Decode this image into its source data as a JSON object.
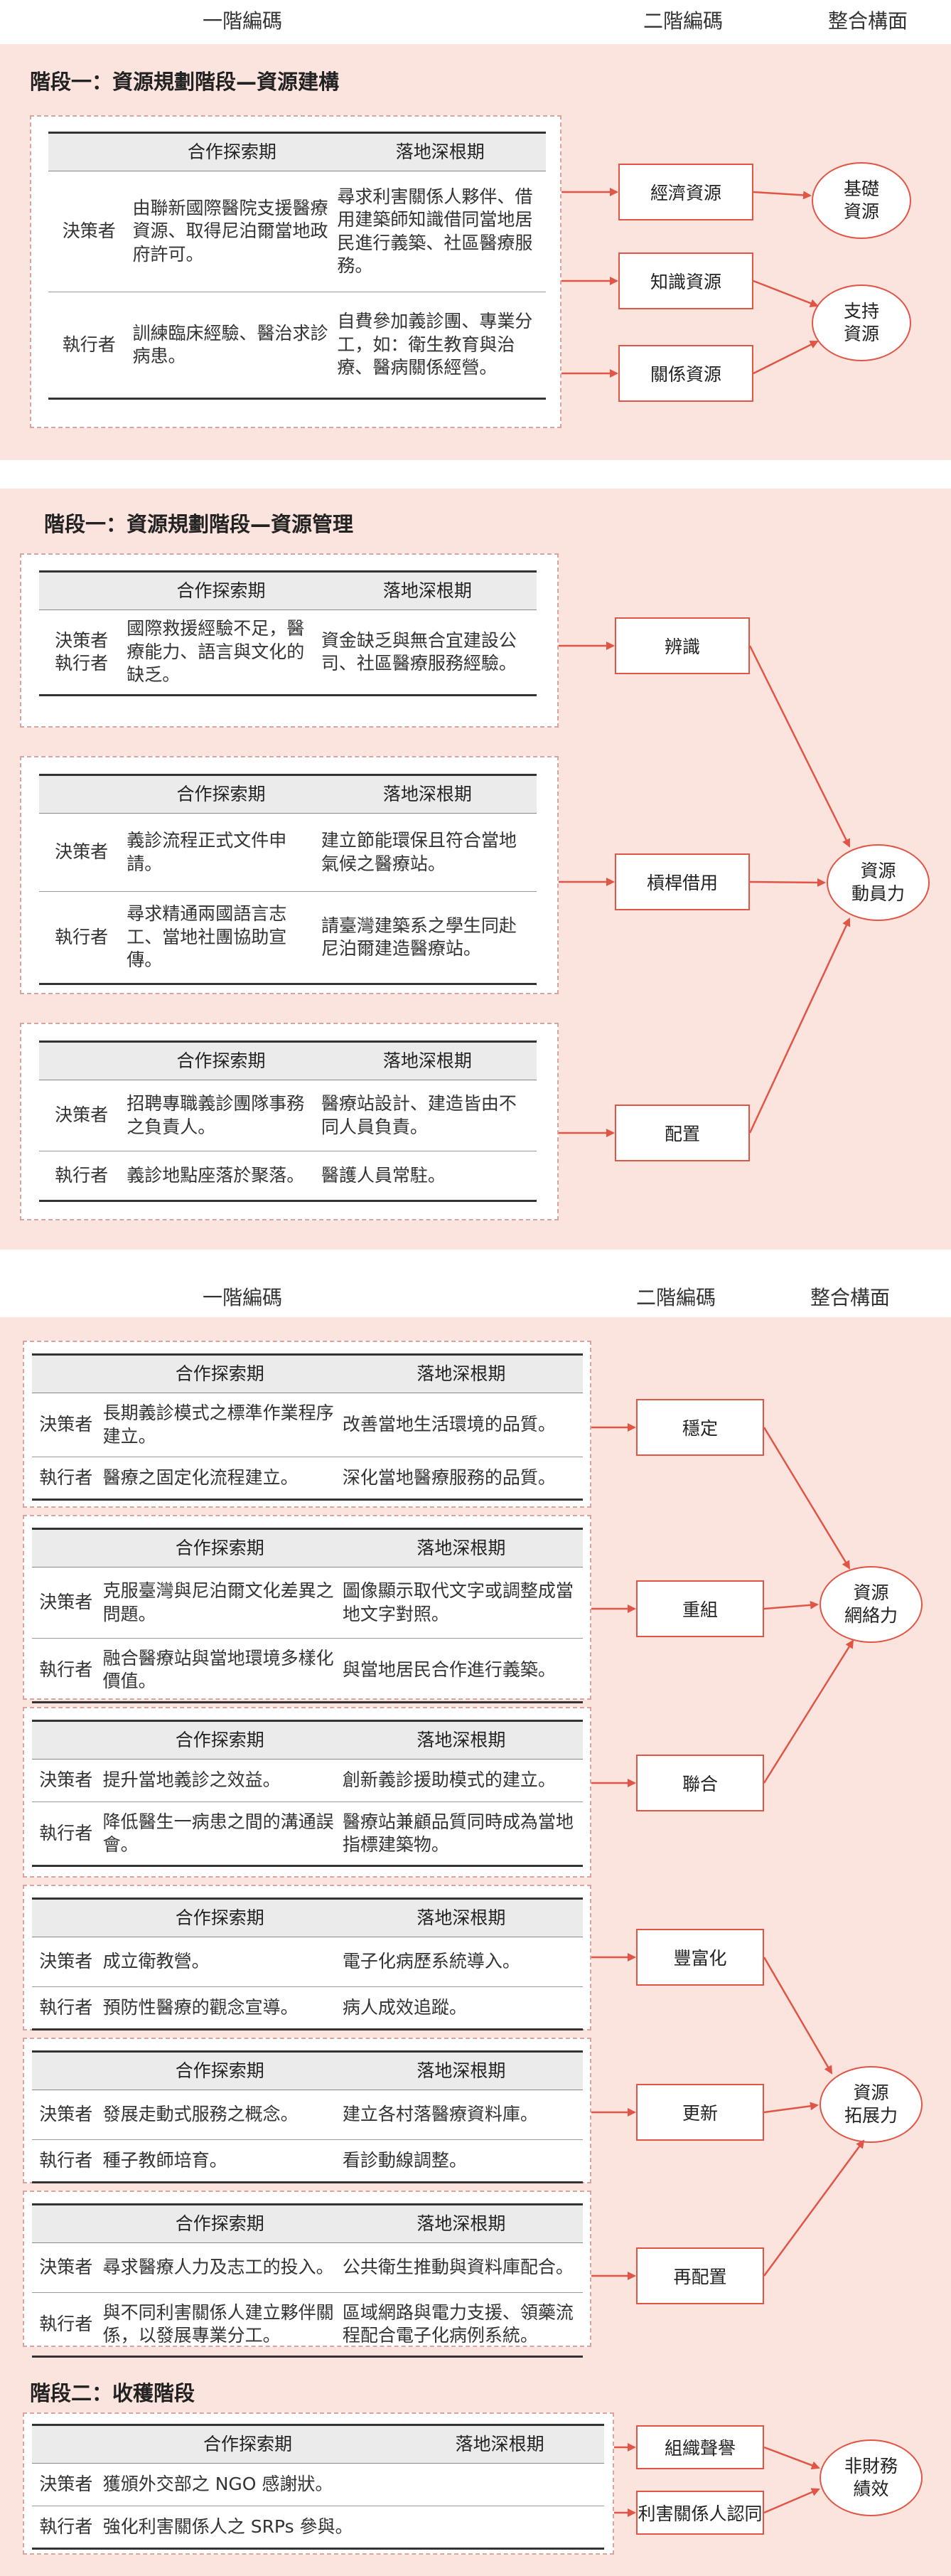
{
  "headers": {
    "first_level": "一階編碼",
    "second_level": "二階編碼",
    "integrated": "整合構面"
  },
  "columns": {
    "coop": "合作探索期",
    "rooted": "落地深根期"
  },
  "roles": {
    "decider": "決策者",
    "executor": "執行者",
    "decider_executor": "決策者\n執行者"
  },
  "section1": {
    "title": "階段一：資源規劃階段—資源建構",
    "rows": [
      {
        "role": "決策者",
        "coop": "由聯新國際醫院支援醫療資源、取得尼泊爾當地政府許可。",
        "rooted": "尋求利害關係人夥伴、借用建築師知識借同當地居民進行義築、社區醫療服務。"
      },
      {
        "role": "執行者",
        "coop": "訓練臨床經驗、醫治求診病患。",
        "rooted": "自費參加義診團、專業分工，如：衛生教育與治療、醫病關係經營。"
      }
    ],
    "codes": [
      "經濟資源",
      "知識資源",
      "關係資源"
    ],
    "outcomes": [
      "基礎\n資源",
      "支持\n資源"
    ]
  },
  "section2": {
    "title": "階段一：資源規劃階段—資源管理",
    "groups": [
      {
        "rows": [
          {
            "role": "決策者\n執行者",
            "coop": "國際救援經驗不足，醫療能力、語言與文化的缺乏。",
            "rooted": "資金缺乏與無合宜建設公司、社區醫療服務經驗。"
          }
        ]
      },
      {
        "rows": [
          {
            "role": "決策者",
            "coop": "義診流程正式文件申請。",
            "rooted": "建立節能環保且符合當地氣候之醫療站。"
          },
          {
            "role": "執行者",
            "coop": "尋求精通兩國語言志工、當地社團協助宣傳。",
            "rooted": "請臺灣建築系之學生同赴尼泊爾建造醫療站。"
          }
        ]
      },
      {
        "rows": [
          {
            "role": "決策者",
            "coop": "招聘專職義診團隊事務之負責人。",
            "rooted": "醫療站設計、建造皆由不同人員負責。"
          },
          {
            "role": "執行者",
            "coop": "義診地點座落於聚落。",
            "rooted": "醫護人員常駐。"
          }
        ]
      }
    ],
    "codes": [
      "辨識",
      "槓桿借用",
      "配置"
    ],
    "outcome": "資源\n動員力"
  },
  "section3": {
    "groups": [
      {
        "rows": [
          {
            "role": "決策者",
            "coop": "長期義診模式之標準作業程序建立。",
            "rooted": "改善當地生活環境的品質。"
          },
          {
            "role": "執行者",
            "coop": "醫療之固定化流程建立。",
            "rooted": "深化當地醫療服務的品質。"
          }
        ]
      },
      {
        "rows": [
          {
            "role": "決策者",
            "coop": "克服臺灣與尼泊爾文化差異之問題。",
            "rooted": "圖像顯示取代文字或調整成當地文字對照。"
          },
          {
            "role": "執行者",
            "coop": "融合醫療站與當地環境多樣化價值。",
            "rooted": "與當地居民合作進行義築。"
          }
        ]
      },
      {
        "rows": [
          {
            "role": "決策者",
            "coop": "提升當地義診之效益。",
            "rooted": "創新義診援助模式的建立。"
          },
          {
            "role": "執行者",
            "coop": "降低醫生一病患之間的溝通誤會。",
            "rooted": "醫療站兼顧品質同時成為當地指標建築物。"
          }
        ]
      },
      {
        "rows": [
          {
            "role": "決策者",
            "coop": "成立衛教營。",
            "rooted": "電子化病歷系統導入。"
          },
          {
            "role": "執行者",
            "coop": "預防性醫療的觀念宣導。",
            "rooted": "病人成效追蹤。"
          }
        ]
      },
      {
        "rows": [
          {
            "role": "決策者",
            "coop": "發展走動式服務之概念。",
            "rooted": "建立各村落醫療資料庫。"
          },
          {
            "role": "執行者",
            "coop": "種子教師培育。",
            "rooted": "看診動線調整。"
          }
        ]
      },
      {
        "rows": [
          {
            "role": "決策者",
            "coop": "尋求醫療人力及志工的投入。",
            "rooted": "公共衛生推動與資料庫配合。"
          },
          {
            "role": "執行者",
            "coop": "與不同利害關係人建立夥伴關係，以發展專業分工。",
            "rooted": "區域網路與電力支援、領藥流程配合電子化病例系統。"
          }
        ]
      }
    ],
    "codes": [
      "穩定",
      "重組",
      "聯合",
      "豐富化",
      "更新",
      "再配置"
    ],
    "outcomes": [
      "資源\n網絡力",
      "資源\n拓展力"
    ]
  },
  "section4": {
    "title": "階段二：收穫階段",
    "rows": [
      {
        "role": "決策者",
        "coop": "獲頒外交部之 NGO 感謝狀。",
        "rooted": ""
      },
      {
        "role": "執行者",
        "coop": "強化利害關係人之 SRPs 參與。",
        "rooted": ""
      }
    ],
    "codes": [
      "組織聲譽",
      "利害關係人認同"
    ],
    "outcome": "非財務\n績效"
  },
  "colors": {
    "panel": "#fce4de",
    "arrow": "#e05545",
    "dashed": "#d9a4a0",
    "header_row": "#ebebeb"
  }
}
